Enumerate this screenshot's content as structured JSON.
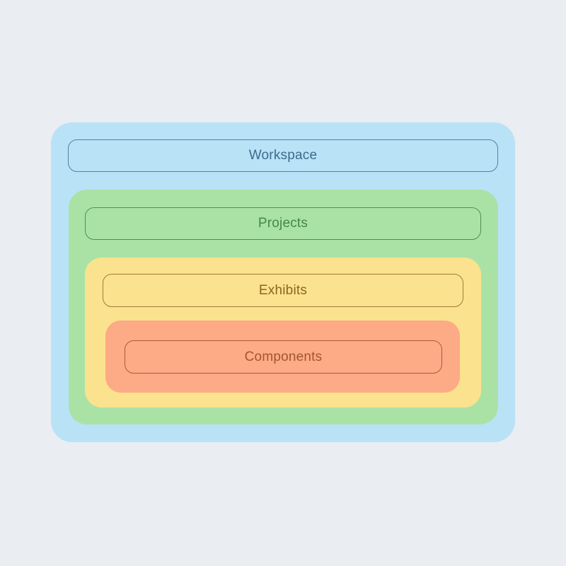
{
  "background_color": "#eaedf2",
  "diagram": {
    "description": "Nested containment hierarchy diagram",
    "levels": [
      {
        "id": "workspace",
        "label": "Workspace",
        "fill": "#b9e2f7",
        "border_color": "#54809f",
        "text_color": "#3d6b8d"
      },
      {
        "id": "projects",
        "label": "Projects",
        "fill": "#aae2a5",
        "border_color": "#4f9052",
        "text_color": "#44884a"
      },
      {
        "id": "exhibits",
        "label": "Exhibits",
        "fill": "#fbe28e",
        "border_color": "#a37a35",
        "text_color": "#8d651f"
      },
      {
        "id": "components",
        "label": "Components",
        "fill": "#fdaa87",
        "border_color": "#a85e33",
        "text_color": "#a0572e"
      }
    ]
  }
}
